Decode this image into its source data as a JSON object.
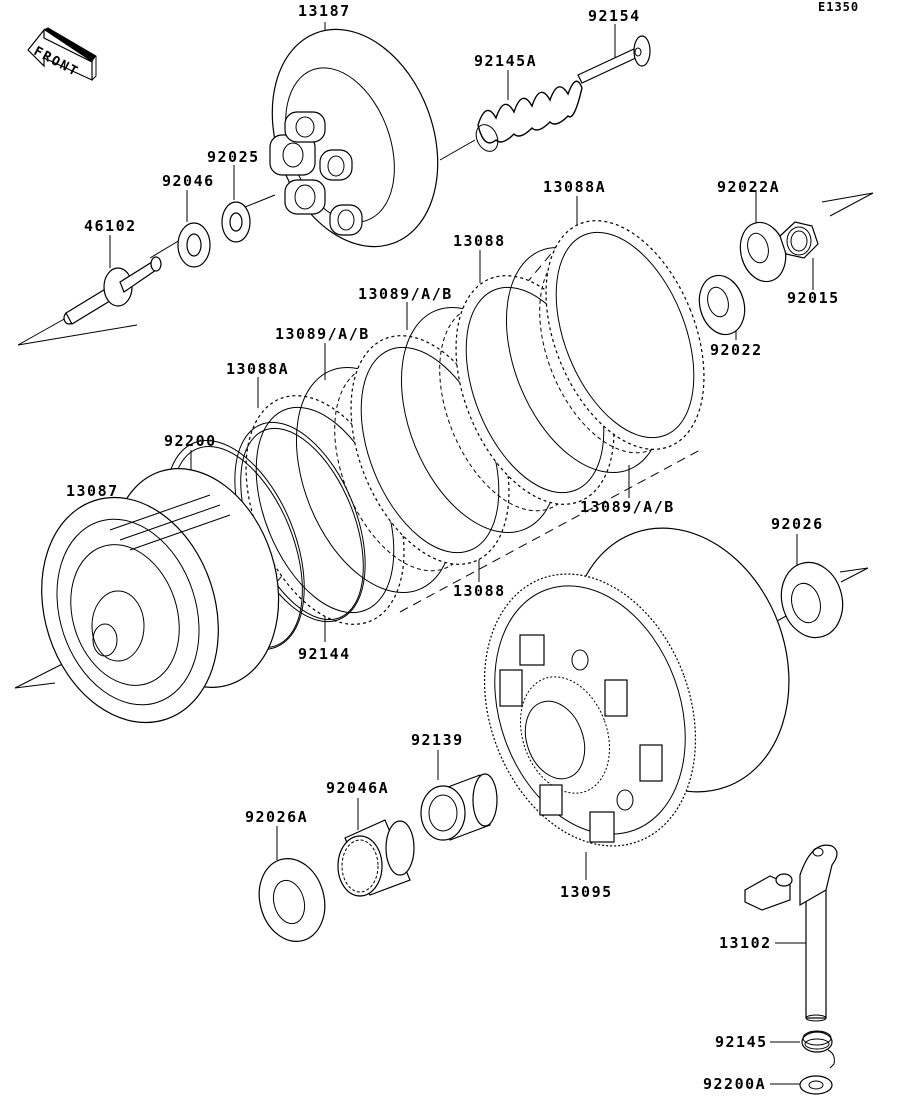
{
  "diagram": {
    "title_code": "E1350",
    "front_indicator": "FRONT",
    "parts": [
      {
        "id": "13187",
        "name": "pressure-plate"
      },
      {
        "id": "92154",
        "name": "spring-bolt"
      },
      {
        "id": "92145A",
        "name": "clutch-spring"
      },
      {
        "id": "92025",
        "name": "washer"
      },
      {
        "id": "92046",
        "name": "thrust-bearing"
      },
      {
        "id": "46102",
        "name": "pusher-rod"
      },
      {
        "id": "13088A",
        "name": "friction-plate-a-top"
      },
      {
        "id": "13088",
        "name": "friction-plate-top"
      },
      {
        "id": "13089/A/B",
        "name": "steel-plate-upper"
      },
      {
        "id": "13089/A/B",
        "name": "steel-plate-middle"
      },
      {
        "id": "13088A",
        "name": "friction-plate-a-left"
      },
      {
        "id": "92022A",
        "name": "washer-a"
      },
      {
        "id": "92015",
        "name": "hub-nut"
      },
      {
        "id": "92022",
        "name": "washer-b"
      },
      {
        "id": "92200",
        "name": "wire-ring"
      },
      {
        "id": "13087",
        "name": "clutch-hub"
      },
      {
        "id": "92144",
        "name": "judder-spring"
      },
      {
        "id": "13089/A/B",
        "name": "steel-plate-lower"
      },
      {
        "id": "13088",
        "name": "friction-plate-bottom"
      },
      {
        "id": "92026",
        "name": "thrust-washer"
      },
      {
        "id": "92139",
        "name": "collar"
      },
      {
        "id": "92046A",
        "name": "needle-bearing"
      },
      {
        "id": "92026A",
        "name": "thrust-washer-a"
      },
      {
        "id": "13095",
        "name": "clutch-housing"
      },
      {
        "id": "13102",
        "name": "release-shaft"
      },
      {
        "id": "92145",
        "name": "torsion-spring"
      },
      {
        "id": "92200A",
        "name": "washer-shaft"
      }
    ]
  }
}
